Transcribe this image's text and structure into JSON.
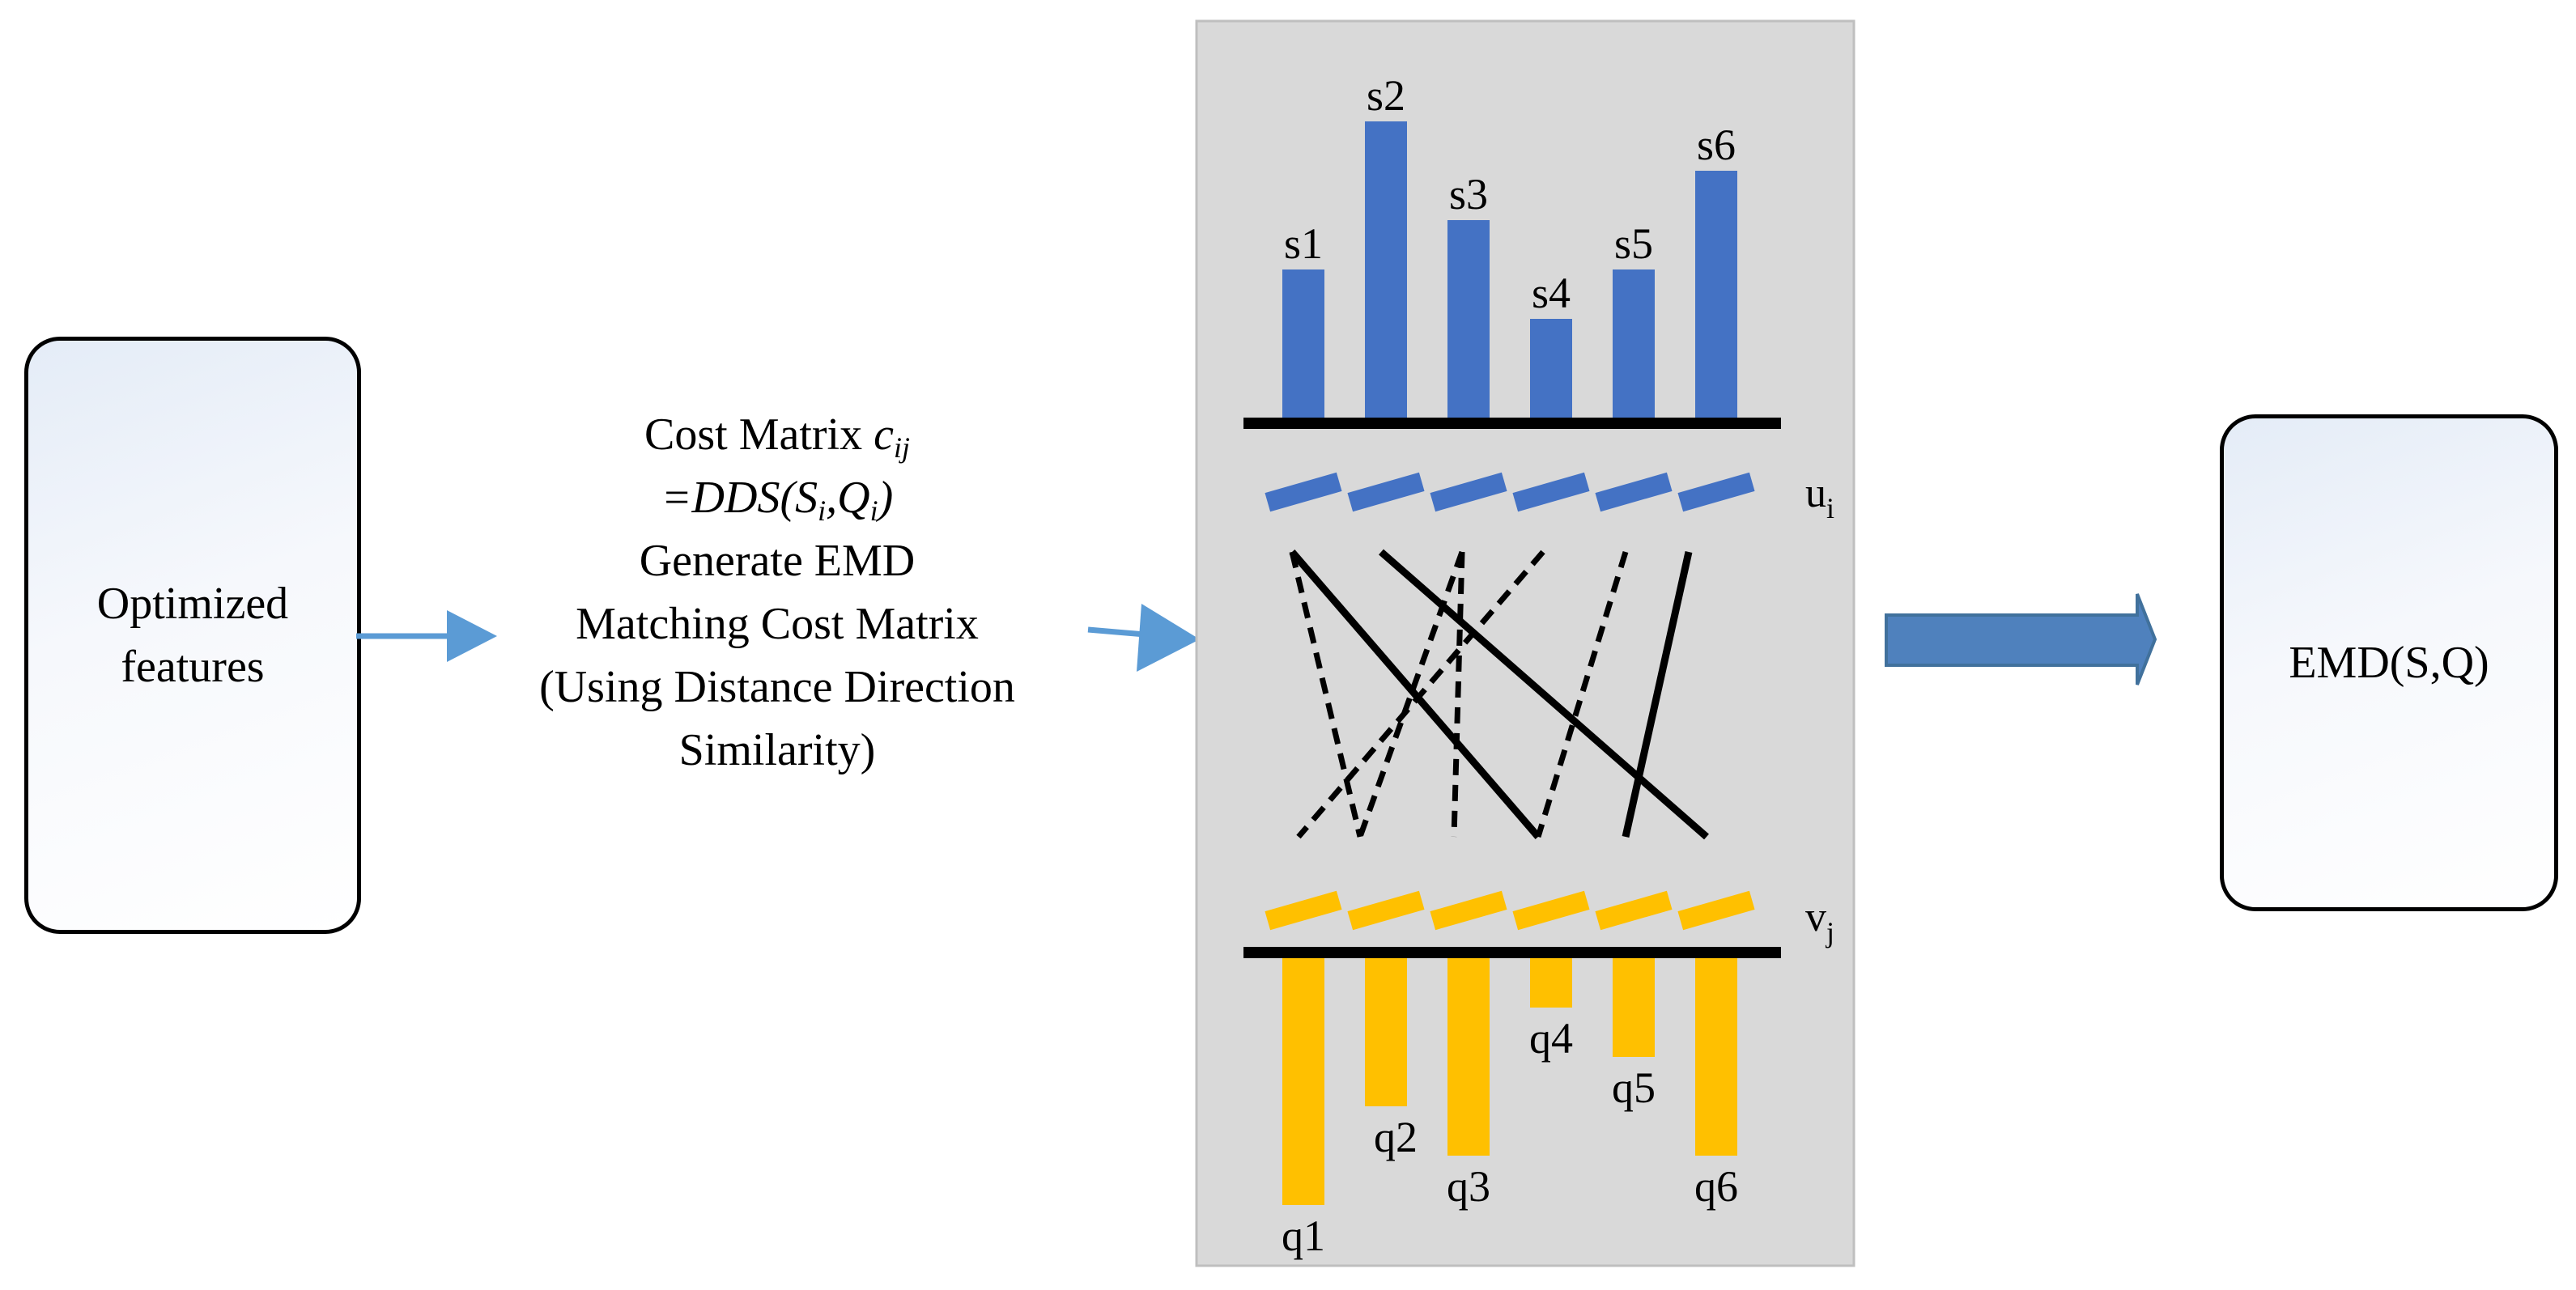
{
  "input_box": {
    "lines": [
      "Optimized",
      "features"
    ]
  },
  "cost_matrix": {
    "line1_prefix": "Cost Matrix ",
    "line1_var": "c",
    "line1_sub": "ij",
    "line2_eq": "=DDS(S",
    "line2_sub1": "i",
    "line2_mid": ",Q",
    "line2_sub2": "i",
    "line2_end": ")",
    "line3": "Generate EMD",
    "line4": "Matching Cost Matrix",
    "line5": "(Using Distance Direction",
    "line6": "Similarity)"
  },
  "output_box": {
    "label": "EMD(S,Q)"
  },
  "histogram_panel": {
    "top_bars": [
      {
        "label": "s1",
        "value": 3
      },
      {
        "label": "s2",
        "value": 6
      },
      {
        "label": "s3",
        "value": 4
      },
      {
        "label": "s4",
        "value": 2
      },
      {
        "label": "s5",
        "value": 3
      },
      {
        "label": "s6",
        "value": 5
      }
    ],
    "bottom_bars": [
      {
        "label": "q1",
        "value": 5
      },
      {
        "label": "q2",
        "value": 3
      },
      {
        "label": "q3",
        "value": 4
      },
      {
        "label": "q4",
        "value": 1
      },
      {
        "label": "q5",
        "value": 2
      },
      {
        "label": "q6",
        "value": 4
      }
    ],
    "u_label": "u",
    "u_sub": "i",
    "v_label": "v",
    "v_sub": "j",
    "flows": [
      {
        "from": 1,
        "to": 4,
        "style": "solid"
      },
      {
        "from": 2,
        "to": 6,
        "style": "solid"
      },
      {
        "from": 6,
        "to": 5,
        "style": "solid"
      },
      {
        "from": 1,
        "to": 2,
        "style": "dashed"
      },
      {
        "from": 3,
        "to": 3,
        "style": "dashed"
      },
      {
        "from": 4,
        "to": 1,
        "style": "dashed"
      },
      {
        "from": 5,
        "to": 4,
        "style": "dashed"
      },
      {
        "from": 3,
        "to": 2,
        "style": "dashed"
      }
    ],
    "colors": {
      "panel_bg": "#d9d9d9",
      "top_bar": "#4472c4",
      "bottom_bar": "#ffc000",
      "arrow": "#5b9bd5",
      "block_arrow": "#4f81bd"
    }
  }
}
